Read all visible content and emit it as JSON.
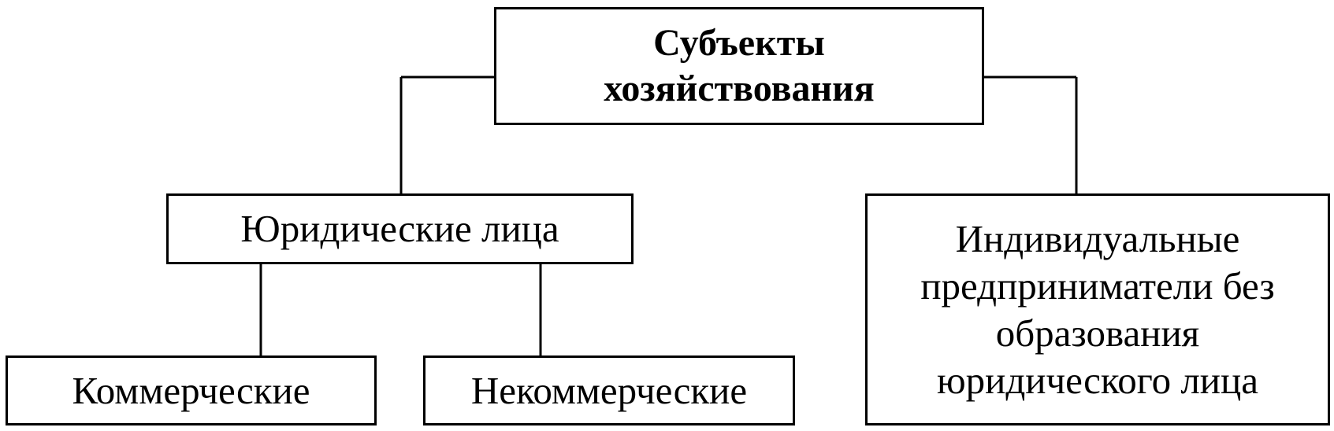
{
  "diagram": {
    "root": {
      "line1": "Субъекты",
      "line2": "хозяйствования"
    },
    "legal_entities": {
      "label": "Юридические лица"
    },
    "commercial": {
      "label": "Коммерческие"
    },
    "noncommercial": {
      "label": "Некоммерческие"
    },
    "individual_entrepreneurs": {
      "line1": "Индивидуальные",
      "line2": "предприниматели без",
      "line3": "образования",
      "line4": "юридического лица"
    }
  }
}
